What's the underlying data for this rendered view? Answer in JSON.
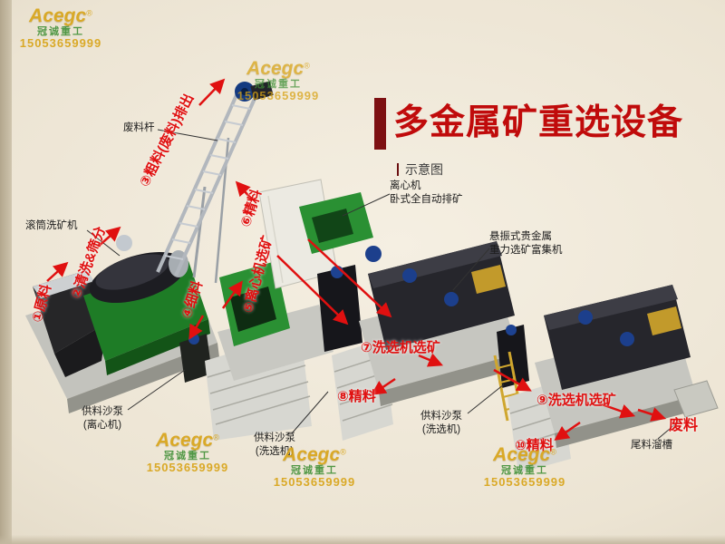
{
  "title": {
    "text": "多金属矿重选设备",
    "subtitle": "示意图"
  },
  "watermark": {
    "brand": "Acegc",
    "reg": "®",
    "company": "冠诚重工",
    "phone": "15053659999"
  },
  "equipment_labels": {
    "waste_rod": "废料杆",
    "drum_washer": "滚筒洗矿机",
    "centrifuge": {
      "line1": "离心机",
      "line2": "卧式全自动排矿"
    },
    "shaker": {
      "line1": "悬振式贵金属",
      "line2": "重力选矿富集机"
    },
    "pump_centrifuge": {
      "line1": "供料沙泵",
      "line2": "(离心机)"
    },
    "pump_washer_1": {
      "line1": "供料沙泵",
      "line2": "(洗选机)"
    },
    "pump_washer_2": {
      "line1": "供料沙泵",
      "line2": "(洗选机)"
    },
    "tail_chute": "尾料溜槽"
  },
  "flow_steps": [
    {
      "text": "①原料"
    },
    {
      "text": "②清洗&筛分"
    },
    {
      "text": "③粗料(废料)排出"
    },
    {
      "text": "④细料"
    },
    {
      "text": "⑤离心机选矿"
    },
    {
      "text": "⑥精料"
    },
    {
      "text": "⑦洗选机选矿"
    },
    {
      "text": "⑧精料"
    },
    {
      "text": "⑨洗选机选矿"
    },
    {
      "text": "⑩精料"
    },
    {
      "text": "废料"
    }
  ],
  "colors": {
    "title_red": "#c00b0b",
    "flow_red": "#e01010",
    "machine_green": "#2a9033",
    "watermark_gold": "#d8a315",
    "watermark_green": "#3f8f35",
    "motor_blue": "#1c3f8c",
    "concrete": "#c6c6c0"
  }
}
